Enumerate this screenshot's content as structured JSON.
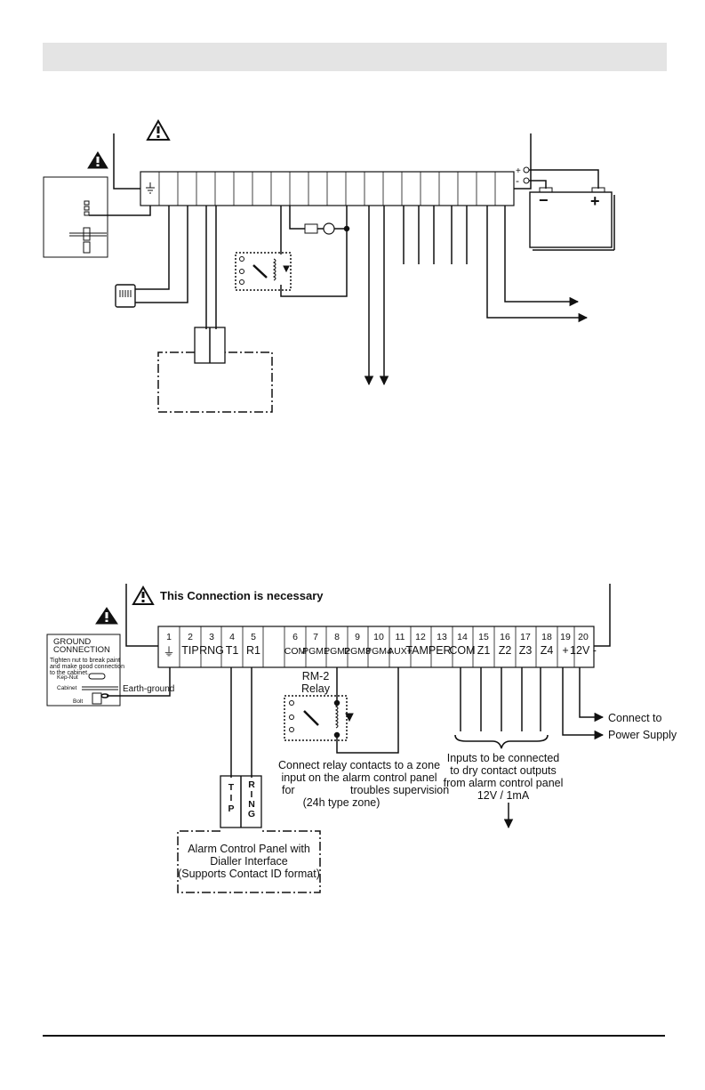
{
  "warning_notes": {
    "upper_diagram": "",
    "lower_diagram": "This Connection is necessary"
  },
  "terminals": [
    {
      "num": "1",
      "label": "⏚"
    },
    {
      "num": "2",
      "label": "TIP"
    },
    {
      "num": "3",
      "label": "RNG"
    },
    {
      "num": "4",
      "label": "T1"
    },
    {
      "num": "5",
      "label": "R1"
    },
    {
      "num": "6",
      "label": "COM"
    },
    {
      "num": "7",
      "label": "PGM1"
    },
    {
      "num": "8",
      "label": "PGM2"
    },
    {
      "num": "9",
      "label": "PGM3"
    },
    {
      "num": "10",
      "label": "PGM4"
    },
    {
      "num": "11",
      "label": "AUX+"
    },
    {
      "num": "12",
      "label": "TAMPER"
    },
    {
      "num": "13",
      "label": ""
    },
    {
      "num": "14",
      "label": "COM"
    },
    {
      "num": "15",
      "label": "Z1"
    },
    {
      "num": "16",
      "label": "Z2"
    },
    {
      "num": "17",
      "label": "Z3"
    },
    {
      "num": "18",
      "label": "Z4"
    },
    {
      "num": "19",
      "label": "+"
    },
    {
      "num": "20",
      "label": "12V -"
    }
  ],
  "ground_connection": {
    "title_line1": "GROUND",
    "title_line2": "CONNECTION",
    "note_line1": "Tighten nut to break paint",
    "note_line2": "and make good connection",
    "note_line3": "to the cabinet.",
    "kep_nut": "Kep-Nut",
    "cabinet": "Cabinet",
    "bolt": "Bolt",
    "earth_ground": "Earth-ground"
  },
  "relay": {
    "name": "RM-2",
    "type": "Relay",
    "note_line1": "Connect relay contacts to a zone",
    "note_line2": "input on the alarm control panel",
    "note_line3": "for",
    "note_line3b": "troubles supervision",
    "note_line4": "(24h type zone)"
  },
  "alarm_panel": {
    "tip": "TIP",
    "ring": "RING",
    "line1": "Alarm Control Panel with",
    "line2": "Dialler Interface",
    "line3": "(Supports Contact ID format)"
  },
  "inputs_note": {
    "line1": "Inputs to be connected",
    "line2": "to dry contact outputs",
    "line3": "from alarm control panel",
    "line4": "12V / 1mA"
  },
  "power_note": {
    "line1": "Connect to",
    "line2": "Power Supply"
  },
  "battery": {
    "plus_terminal": "+",
    "minus_terminal": "-",
    "minus_sign": "−",
    "plus_sign": "+"
  }
}
